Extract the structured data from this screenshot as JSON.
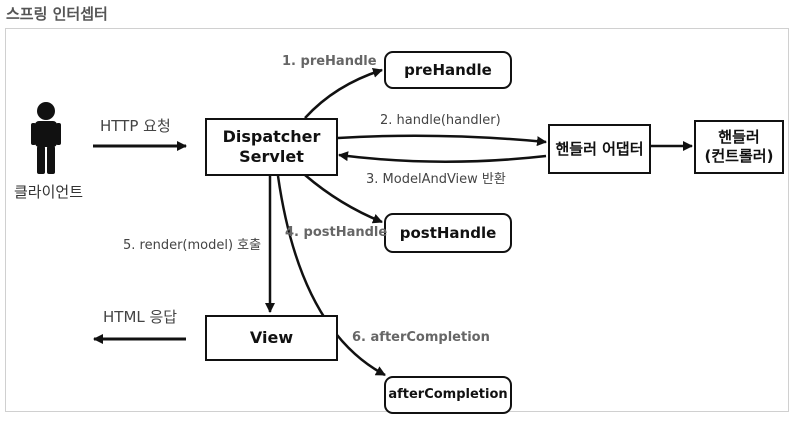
{
  "title": "스프링 인터셉터",
  "client_label": "클라이언트",
  "boxes": {
    "dispatcher_line1": "Dispatcher",
    "dispatcher_line2": "Servlet",
    "prehandle": "preHandle",
    "adapter": "핸들러 어댑터",
    "handler_line1": "핸들러",
    "handler_line2": "(컨트롤러)",
    "posthandle": "postHandle",
    "view": "View",
    "aftercompletion": "afterCompletion"
  },
  "labels": {
    "http_request": "HTTP 요청",
    "html_response": "HTML 응답",
    "step1": "1. preHandle",
    "step2": "2. handle(handler)",
    "step3": "3. ModelAndView 반환",
    "step4": "4. postHandle",
    "step5": "5. render(model) 호출",
    "step6": "6. afterCompletion"
  },
  "colors": {
    "stroke": "#111111",
    "accent_label": "#666666"
  }
}
